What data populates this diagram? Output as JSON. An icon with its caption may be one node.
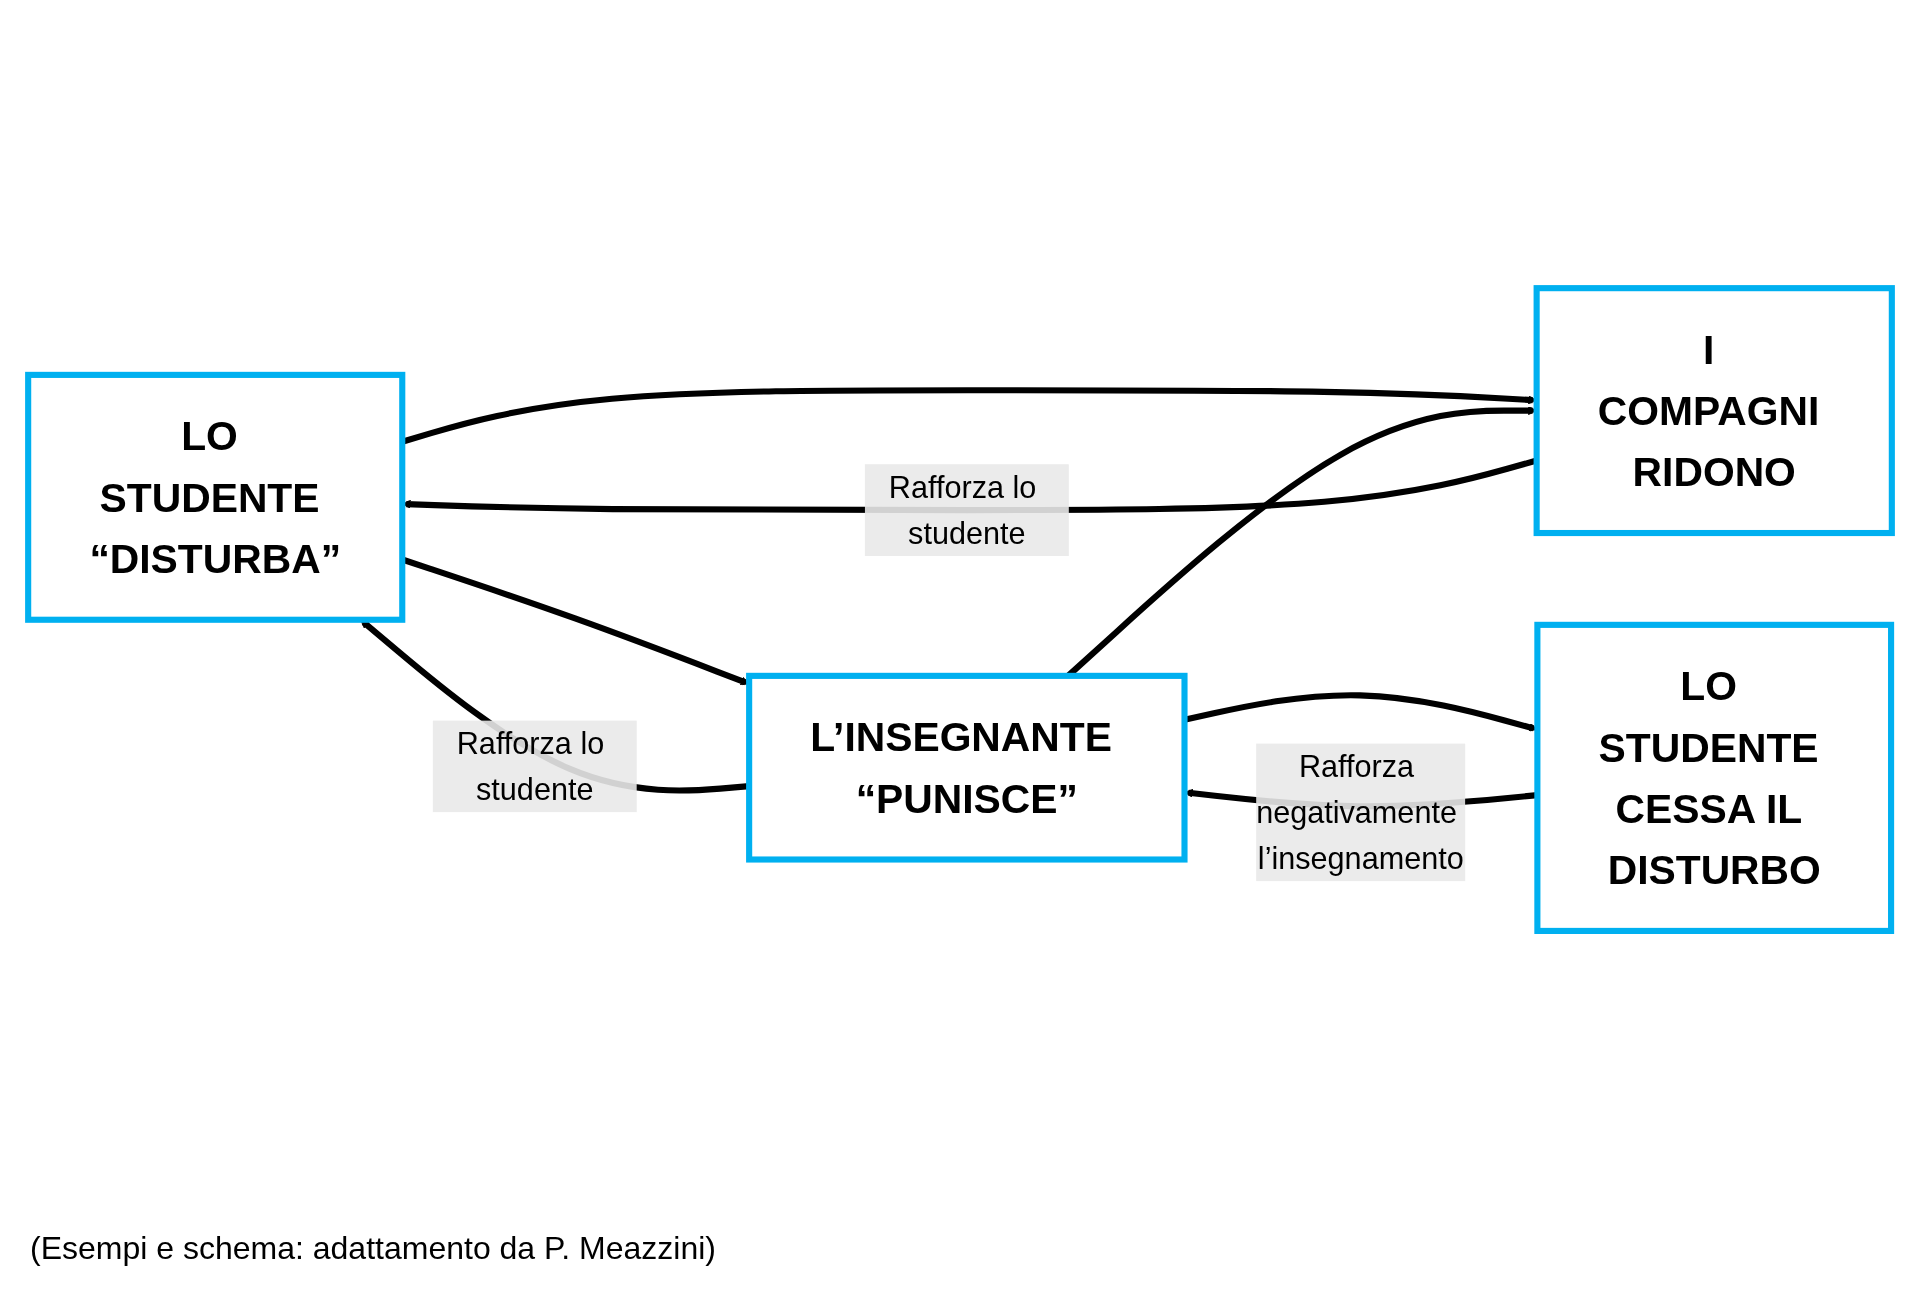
{
  "diagram": {
    "caption": "(Esempi e schema: adattamento da P. Meazzini)",
    "nodes": [
      {
        "text": [
          "LO STUDENTE “DISTURBA”"
        ]
      },
      {
        "text": [
          "I COMPAGNI RIDONO"
        ]
      },
      {
        "text": [
          "L’INSEGNANTE “PUNISCE”"
        ]
      },
      {
        "text": [
          "LO STUDENTE CESSA IL DISTURBO"
        ]
      }
    ],
    "edges": [
      {
        "from": 0,
        "to": 1,
        "arrow": "to"
      },
      {
        "from": 0,
        "to": 2,
        "arrow": "to"
      },
      {
        "from": 1,
        "to": 0,
        "arrow": "to",
        "label": "Rafforza lo studente"
      },
      {
        "from": 2,
        "to": 1,
        "arrow": "to"
      },
      {
        "from": 2,
        "to": 3,
        "arrow": "to"
      },
      {
        "from": 2,
        "to": 0,
        "arrow": "to",
        "label": "Rafforza lo studente"
      },
      {
        "from": 3,
        "to": 2,
        "arrow": "to",
        "label": "Rafforza negativamente l’insegnamento"
      }
    ]
  }
}
